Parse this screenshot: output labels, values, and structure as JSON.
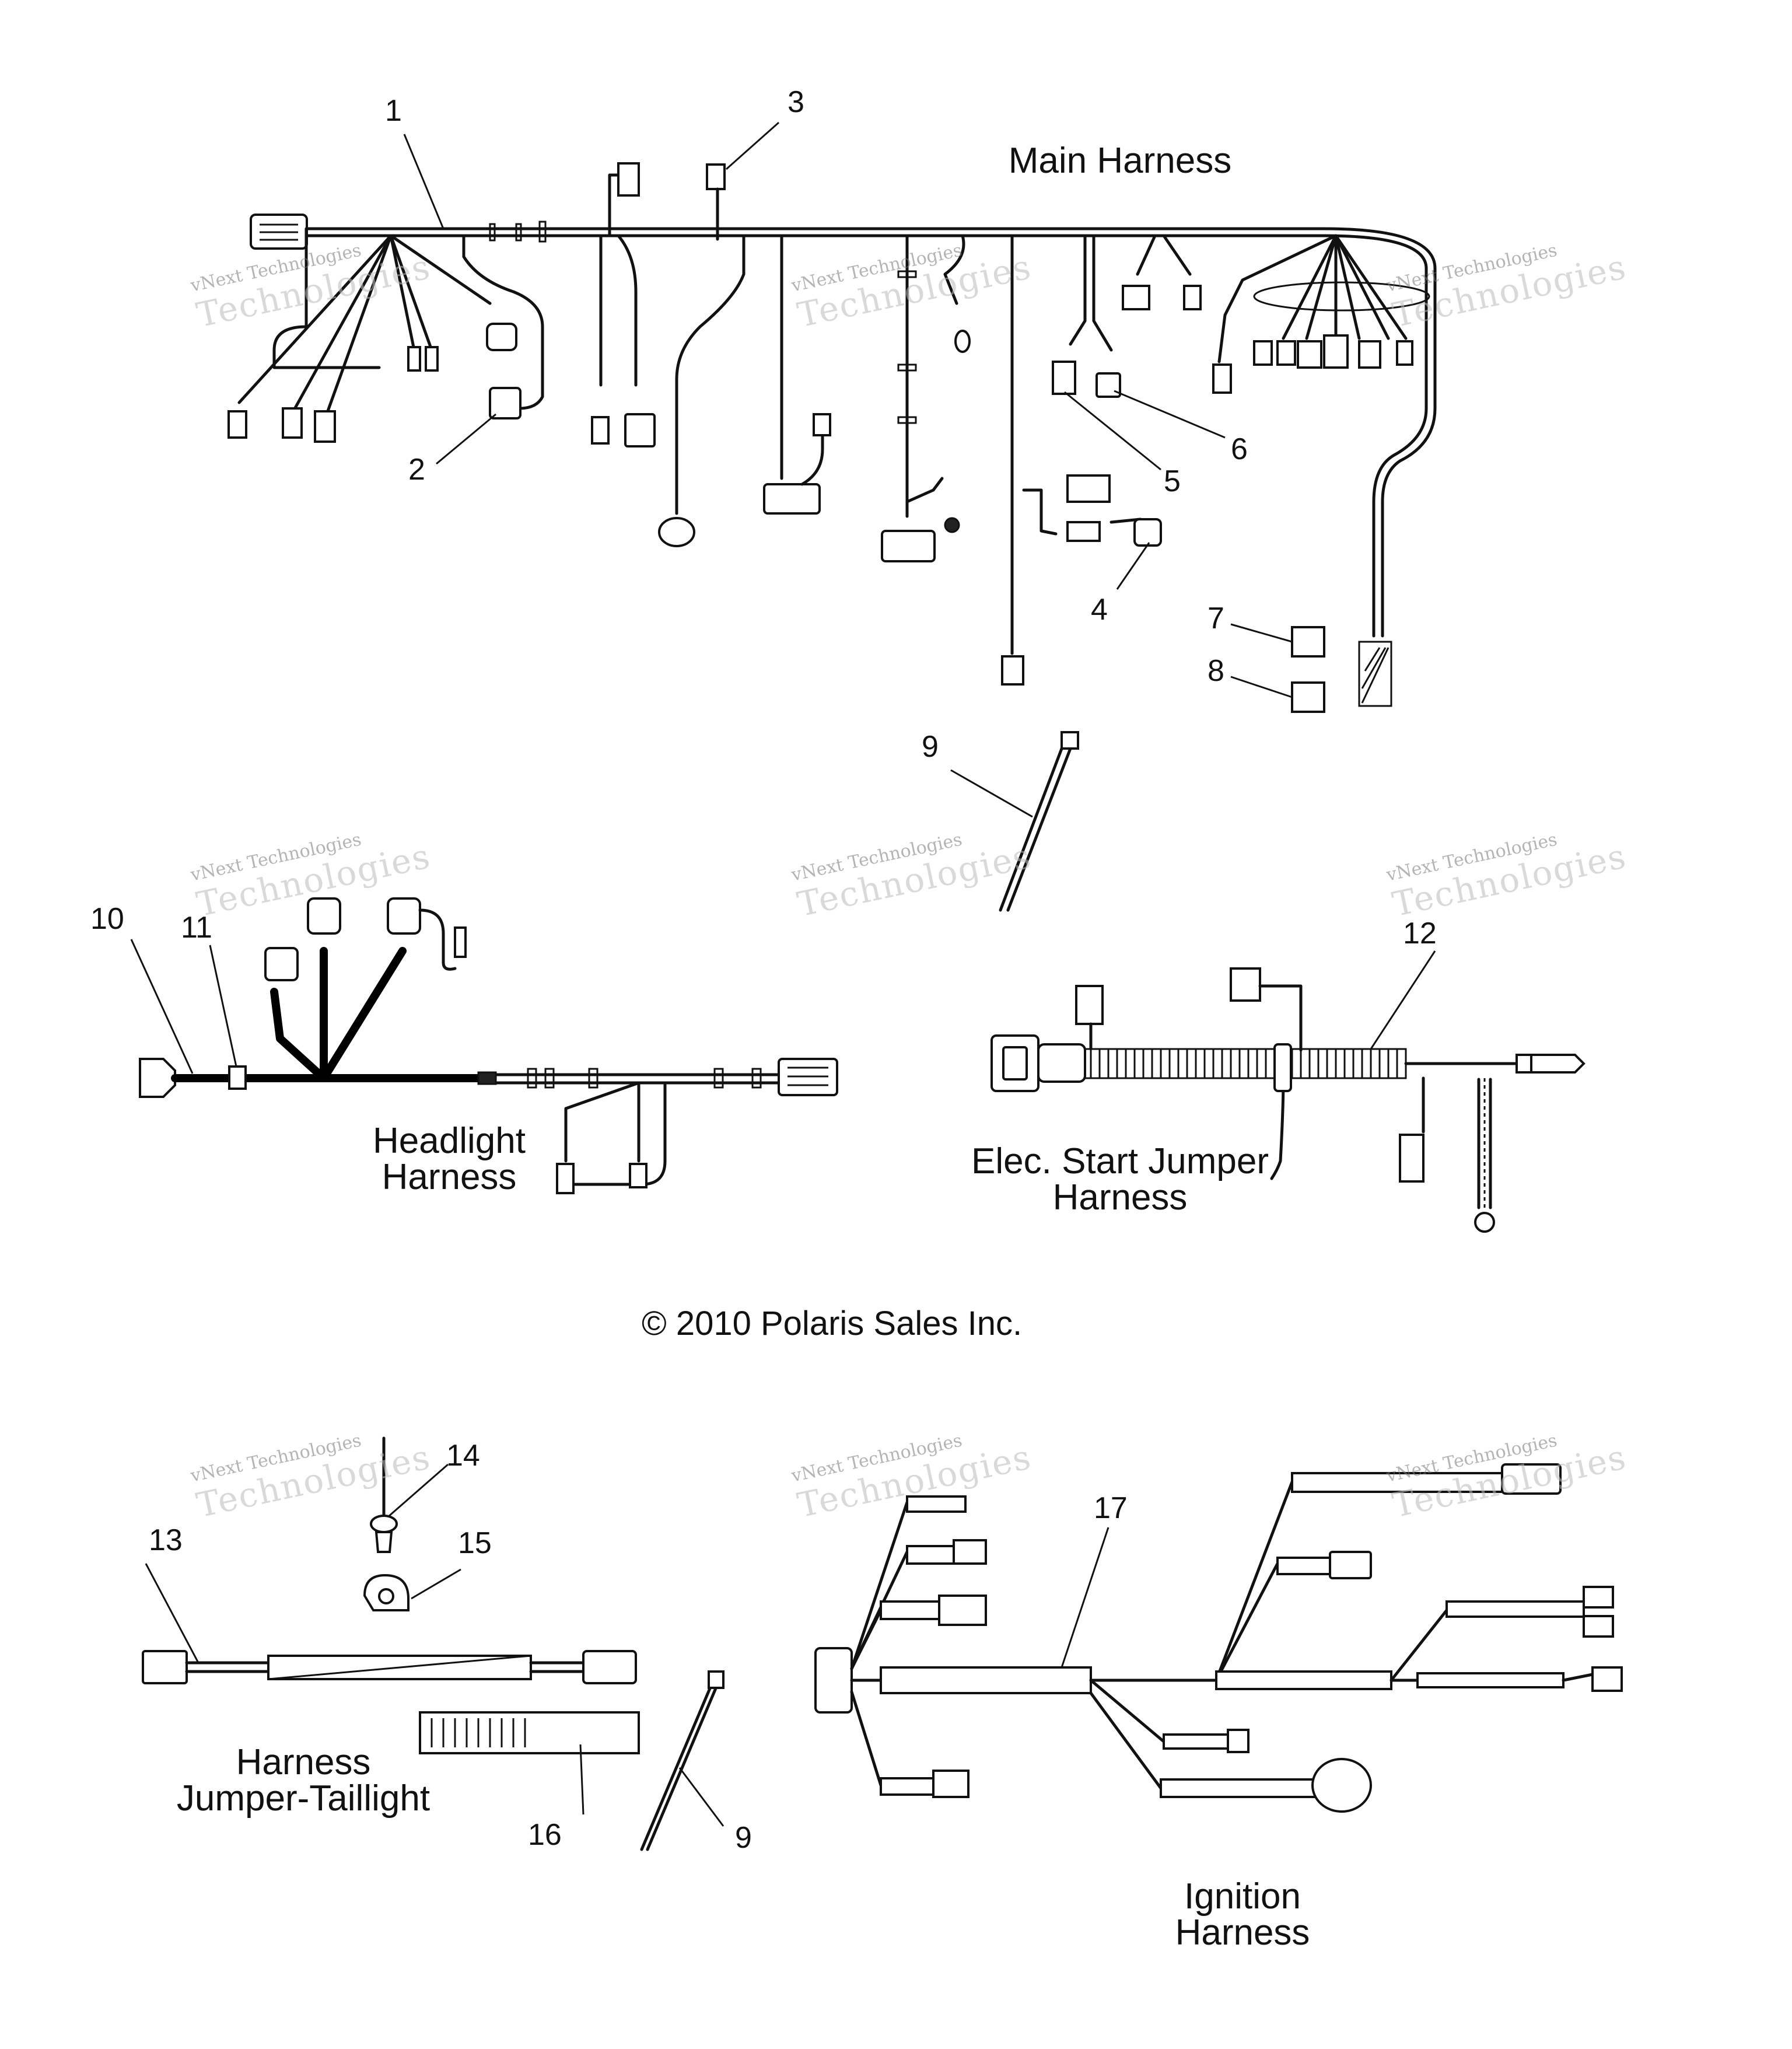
{
  "titles": {
    "main": "Main Harness",
    "headlight": [
      "Headlight",
      "Harness"
    ],
    "elec_start": [
      "Elec. Start Jumper",
      "Harness"
    ],
    "taillight": [
      "Harness",
      "Jumper-Taillight"
    ],
    "ignition": [
      "Ignition",
      "Harness"
    ]
  },
  "copyright": "© 2010 Polaris Sales Inc.",
  "watermark": {
    "line1": "vNext Technologies",
    "line2": "Technologies"
  },
  "callouts": [
    "1",
    "2",
    "3",
    "4",
    "5",
    "6",
    "7",
    "8",
    "9",
    "10",
    "11",
    "12",
    "13",
    "14",
    "15",
    "16",
    "17",
    "9"
  ]
}
